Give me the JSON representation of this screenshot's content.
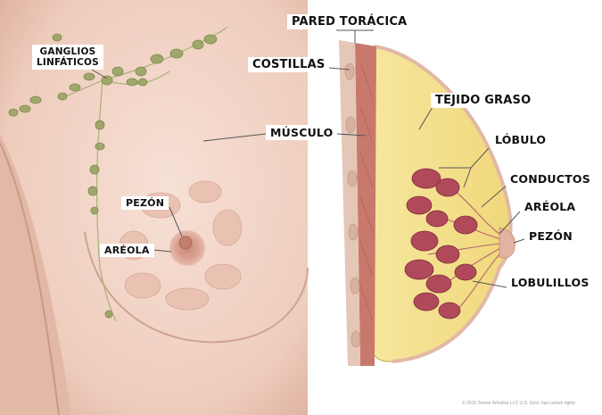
{
  "labels": {
    "ganglios_line1": "GANGLIOS",
    "ganglios_line2": "LINFÁTICOS",
    "pezon_left": "PEZÓN",
    "areola_left": "ARÉOLA",
    "musculo": "MÚSCULO",
    "pared_toracica": "PARED TORÁCICA",
    "costillas": "COSTILLAS",
    "tejido_graso": "TEJIDO GRASO",
    "lobulo": "LÓBULO",
    "conductos": "CONDUCTOS",
    "areola_right": "ARÉOLA",
    "pezon_right": "PEZÓN",
    "lobulillos": "LOBULILLOS"
  },
  "copyright": "© 2015 Terese Winslow LLC U.S. Govt. has certain rights",
  "colors": {
    "skin": "#f1d3c5",
    "skin_shadow": "#dcae9c",
    "lymph_node": "#9fa86a",
    "fat": "#f4e088",
    "lobule": "#b04a5a",
    "muscle": "#c9796b",
    "leader_line": "#555555"
  }
}
